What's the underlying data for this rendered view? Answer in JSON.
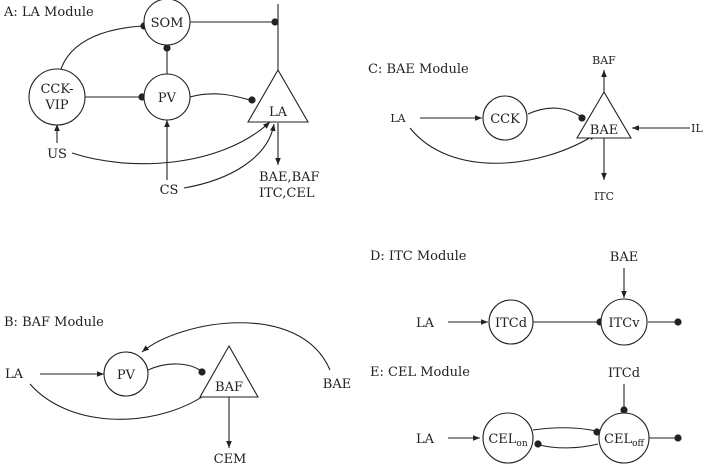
{
  "panels": {
    "a": {
      "title": "A: LA Module",
      "nodes": {
        "som": "SOM",
        "cck_vip_1": "CCK-",
        "cck_vip_2": "VIP",
        "pv": "PV",
        "la": "LA"
      },
      "inputs": {
        "us": "US",
        "cs": "CS"
      },
      "outputs": {
        "line1": "BAE,BAF",
        "line2": "ITC,CEL"
      }
    },
    "b": {
      "title": "B: BAF Module",
      "nodes": {
        "pv": "PV",
        "baf": "BAF"
      },
      "inputs": {
        "la": "LA",
        "bae": "BAE"
      },
      "outputs": {
        "cem": "CEM"
      }
    },
    "c": {
      "title": "C: BAE Module",
      "nodes": {
        "cck": "CCK",
        "bae": "BAE"
      },
      "inputs": {
        "la": "LA",
        "il": "IL"
      },
      "outputs": {
        "baf": "BAF",
        "itc": "ITC"
      }
    },
    "d": {
      "title": "D: ITC Module",
      "nodes": {
        "itcd": "ITCd",
        "itcv": "ITCv"
      },
      "inputs": {
        "la": "LA",
        "bae": "BAE"
      }
    },
    "e": {
      "title": "E: CEL Module",
      "nodes": {
        "cel_on": "CEL",
        "cel_on_sub": "on",
        "cel_off": "CEL",
        "cel_off_sub": "off"
      },
      "inputs": {
        "la": "LA",
        "itcd": "ITCd"
      }
    }
  }
}
